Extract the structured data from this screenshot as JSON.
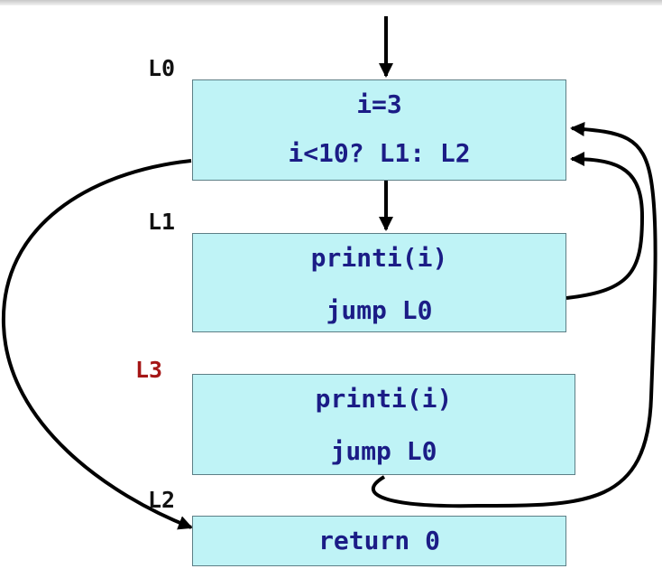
{
  "colors": {
    "block_fill": "#bff3f6",
    "code_text": "#1b1c86",
    "label_text": "#111111",
    "highlight_label": "#a51616",
    "arrow": "#000000"
  },
  "blocks": [
    {
      "label": "L0",
      "lines": [
        "i=3",
        "i<10? L1: L2"
      ]
    },
    {
      "label": "L1",
      "lines": [
        "printi(i)",
        "jump L0"
      ]
    },
    {
      "label": "L3",
      "lines": [
        "printi(i)",
        "jump L0"
      ]
    },
    {
      "label": "L2",
      "lines": [
        "return 0"
      ]
    }
  ]
}
